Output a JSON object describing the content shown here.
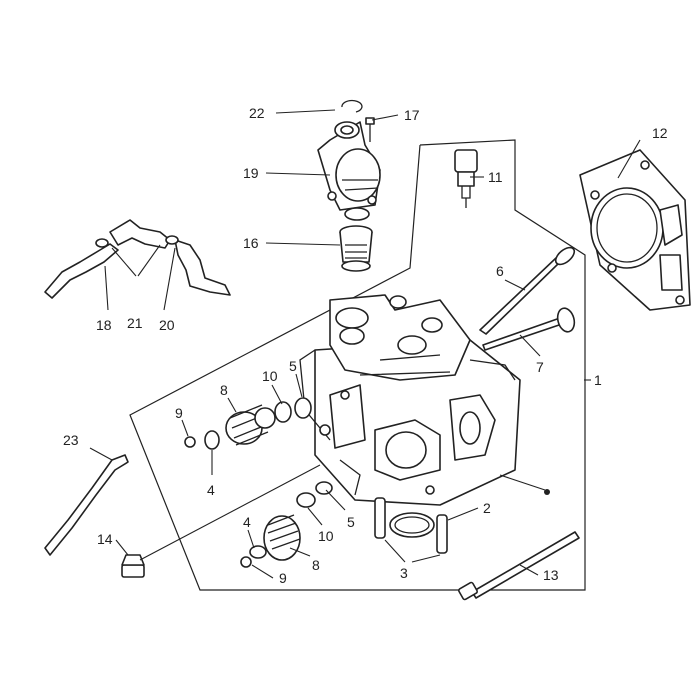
{
  "diagram": {
    "callouts": [
      {
        "id": "c22",
        "label": "22"
      },
      {
        "id": "c17",
        "label": "17"
      },
      {
        "id": "c19",
        "label": "19"
      },
      {
        "id": "c16",
        "label": "16"
      },
      {
        "id": "c11",
        "label": "11"
      },
      {
        "id": "c12",
        "label": "12"
      },
      {
        "id": "c6",
        "label": "6"
      },
      {
        "id": "c7",
        "label": "7"
      },
      {
        "id": "c1",
        "label": "1"
      },
      {
        "id": "c18",
        "label": "18"
      },
      {
        "id": "c21",
        "label": "21"
      },
      {
        "id": "c20",
        "label": "20"
      },
      {
        "id": "c8a",
        "label": "8"
      },
      {
        "id": "c10a",
        "label": "10"
      },
      {
        "id": "c5a",
        "label": "5"
      },
      {
        "id": "c9a",
        "label": "9"
      },
      {
        "id": "c4a",
        "label": "4"
      },
      {
        "id": "c23",
        "label": "23"
      },
      {
        "id": "c5b",
        "label": "5"
      },
      {
        "id": "c4b",
        "label": "4"
      },
      {
        "id": "c10b",
        "label": "10"
      },
      {
        "id": "c2",
        "label": "2"
      },
      {
        "id": "c14",
        "label": "14"
      },
      {
        "id": "c8b",
        "label": "8"
      },
      {
        "id": "c9b",
        "label": "9"
      },
      {
        "id": "c3",
        "label": "3"
      },
      {
        "id": "c13",
        "label": "13"
      }
    ],
    "colors": {
      "line": "#222222",
      "background": "#ffffff",
      "accent": "#e07080"
    }
  }
}
